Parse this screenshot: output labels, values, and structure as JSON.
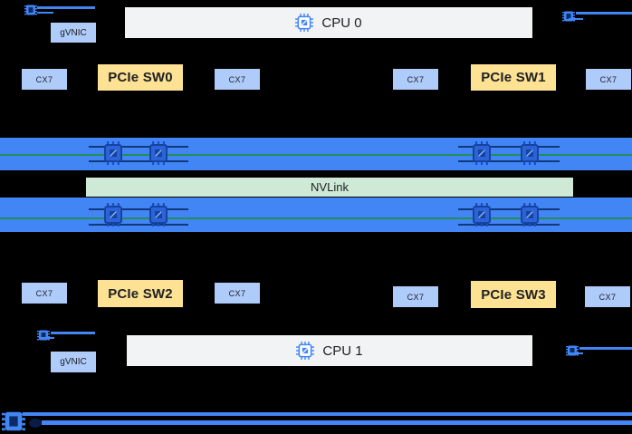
{
  "nodes": {
    "cpu0": "CPU 0",
    "cpu1": "CPU 1",
    "gvnic_top": "gVNIC",
    "gvnic_bottom": "gVNIC",
    "nvlink": "NVLink",
    "pcie_switches": [
      "PCIe SW0",
      "PCIe SW1",
      "PCIe SW2",
      "PCIe SW3"
    ],
    "cx7_nics": [
      "CX7",
      "CX7",
      "CX7",
      "CX7",
      "CX7",
      "CX7",
      "CX7",
      "CX7"
    ]
  },
  "icons": {
    "cpu_chip": "cpu-chip-icon",
    "gpu_chip": "gpu-chip-icon",
    "nic_chip": "nic-chip-icon",
    "offload_chip": "offload-chip-icon"
  },
  "colors": {
    "background": "#000000",
    "gpu_band_blue": "#4285F4",
    "nic_box_blue": "#AECBFA",
    "pcie_box_yellow": "#FDE293",
    "cpu_box_gray": "#F1F3F4",
    "nvlink_band_green": "#CEEAD6",
    "network_line_blue": "#4285F4",
    "nvlink_link_green": "#1E8E3E",
    "pcie_link_dark": "#0B2A66",
    "label_text": "#202124"
  }
}
